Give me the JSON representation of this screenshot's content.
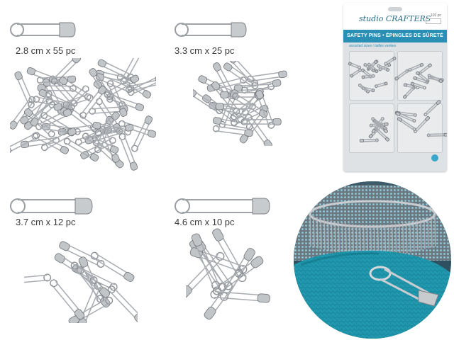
{
  "labels": {
    "set1": "2.8 cm x 55 pc",
    "set2": "3.3 cm x 25 pc",
    "set3": "3.7 cm x 12 pc",
    "set4": "4.6 cm x 10 pc"
  },
  "package": {
    "brand": "studio CRAFTERS",
    "count": "102 pc",
    "title": "SAFETY PINS • ÉPINGLES DE SÛRETÉ",
    "subtitle": "assorted sizes / tailles variées"
  },
  "colors": {
    "silver": "#b9bcbf",
    "silver_dark": "#7d8186",
    "package_band": "#2a8fb5",
    "fabric": "#1e8ea3"
  },
  "icons": [
    "safety-pin-icon"
  ]
}
